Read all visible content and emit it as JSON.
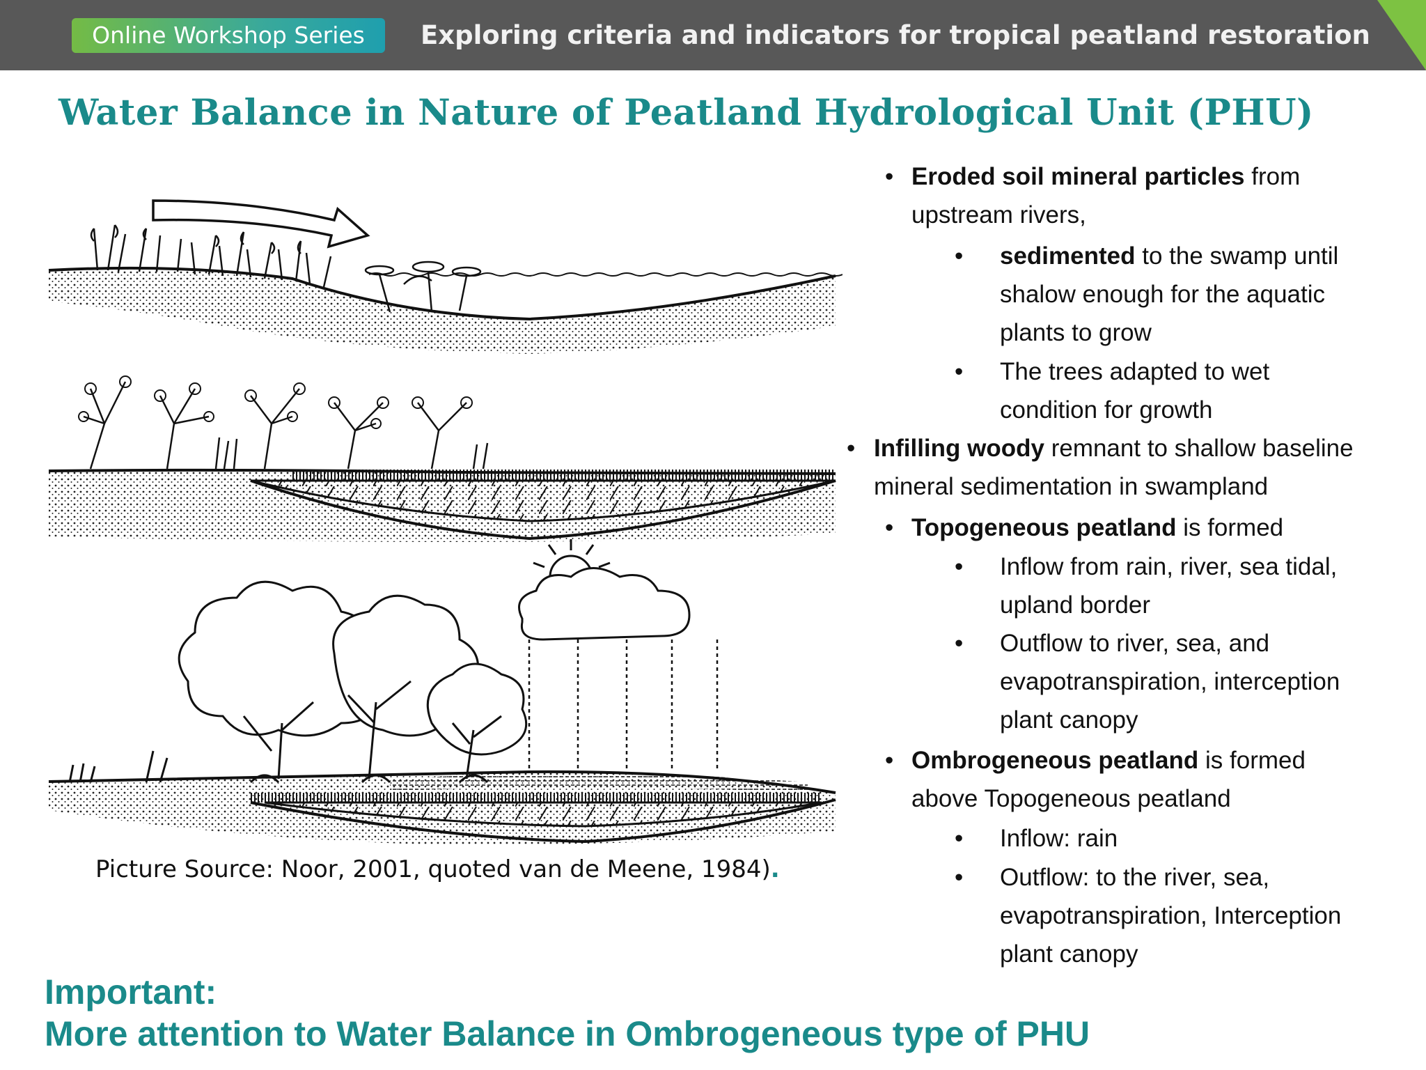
{
  "header": {
    "series_label": "Online Workshop Series",
    "workshop_title": "Exploring criteria and indicators for tropical peatland restoration",
    "accent_color": "#7dc242",
    "bar_color": "#585858"
  },
  "slide": {
    "title": "Water Balance in Nature of Peatland Hydrological Unit (PHU)",
    "title_color": "#1a8a8a",
    "picture_source": "Picture Source: Noor, 2001, quoted van de Meene,  1984)",
    "picture_source_end": "."
  },
  "bullets": [
    {
      "bold": "Eroded soil mineral particles",
      "rest": " from upstream rivers,"
    },
    {
      "bold": "sedimented",
      "rest": " to the swamp until shalow enough for the aquatic plants to grow"
    },
    {
      "bold": "",
      "rest": "The trees adapted to wet condition for growth"
    },
    {
      "bold": "Infilling woody",
      "rest": " remnant to shallow baseline mineral sedimentation in swampland"
    },
    {
      "bold": "Topogeneous peatland",
      "rest": " is formed"
    },
    {
      "bold": "",
      "rest": "Inflow from rain, river, sea tidal, upland border"
    },
    {
      "bold": "",
      "rest": "Outflow to river, sea, and evapotranspiration, interception plant canopy"
    },
    {
      "bold": "Ombrogeneous peatland",
      "rest": " is formed above Topogeneous peatland"
    },
    {
      "bold": "",
      "rest": "Inflow: rain"
    },
    {
      "bold": "",
      "rest": "Outflow: to the river, sea, evapotranspiration, Interception plant canopy"
    }
  ],
  "bullet_glyph": "•",
  "important": {
    "line1": "Important:",
    "line2": "More attention to Water Balance in Ombrogeneous type of PHU"
  }
}
